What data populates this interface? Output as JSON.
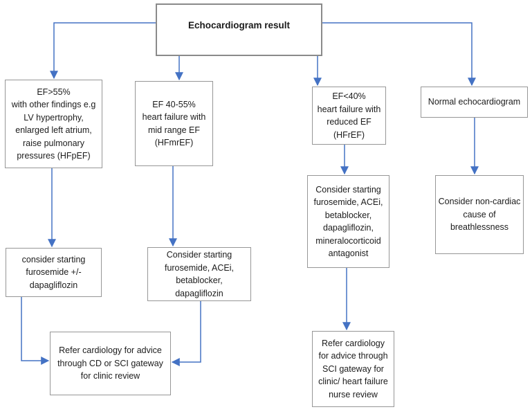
{
  "diagram": {
    "type": "flowchart",
    "title": "Echocardiogram result",
    "colors": {
      "connector": "#4472C4",
      "box_border": "#969696",
      "root_border": "#8a8a8a",
      "background": "#ffffff",
      "text": "#1b1b1b"
    },
    "nodes": {
      "root": {
        "label": "Echocardiogram result"
      },
      "hfpef": {
        "label": "EF>55%\nwith other findings e.g\nLV hypertrophy,\nenlarged left atrium,\nraise pulmonary\npressures (HFpEF)"
      },
      "hfmref": {
        "label": "EF 40-55%\nheart failure with\nmid range EF\n(HFmrEF)"
      },
      "hfref": {
        "label": "EF<40%\nheart failure with\nreduced EF\n(HFrEF)"
      },
      "normal": {
        "label": "Normal echocardiogram"
      },
      "treat_hfpef": {
        "label": "consider starting\nfurosemide +/-\ndapagliflozin"
      },
      "treat_hfmref": {
        "label": "Consider starting\nfurosemide, ACEi,\nbetablocker,\ndapagliflozin"
      },
      "treat_hfref": {
        "label": "Consider starting\nfurosemide, ACEi,\nbetablocker,\ndapagliflozin,\nmineralocorticoid\nantagonist"
      },
      "noncardiac": {
        "label": "Consider non-cardiac\ncause of\nbreathlessness"
      },
      "refer_clinic": {
        "label": "Refer cardiology for advice\nthrough CD or SCI gateway\nfor clinic review"
      },
      "refer_hf": {
        "label": "Refer cardiology\nfor advice through\nSCI gateway for\nclinic/ heart failure\nnurse review"
      }
    },
    "edges": [
      {
        "from": "root",
        "to": "hfpef"
      },
      {
        "from": "root",
        "to": "hfmref"
      },
      {
        "from": "root",
        "to": "hfref"
      },
      {
        "from": "root",
        "to": "normal"
      },
      {
        "from": "hfpef",
        "to": "treat_hfpef"
      },
      {
        "from": "hfmref",
        "to": "treat_hfmref"
      },
      {
        "from": "hfref",
        "to": "treat_hfref"
      },
      {
        "from": "normal",
        "to": "noncardiac"
      },
      {
        "from": "treat_hfpef",
        "to": "refer_clinic"
      },
      {
        "from": "treat_hfmref",
        "to": "refer_clinic"
      },
      {
        "from": "treat_hfref",
        "to": "refer_hf"
      }
    ]
  }
}
